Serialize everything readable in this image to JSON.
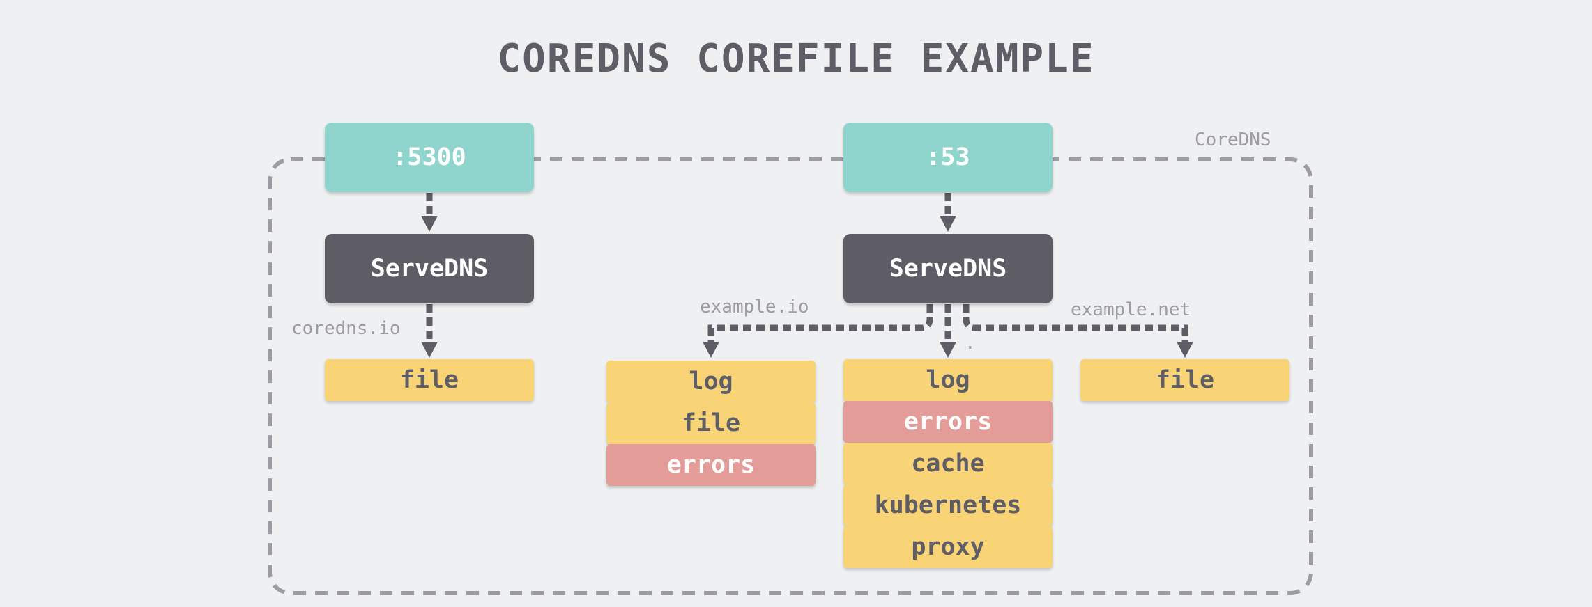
{
  "title": "COREDNS COREFILE EXAMPLE",
  "container_label": "CoreDNS",
  "servers": [
    {
      "port": ":5300",
      "handler": "ServeDNS",
      "zones": [
        {
          "label": "coredns.io",
          "plugins": [
            "file"
          ]
        }
      ]
    },
    {
      "port": ":53",
      "handler": "ServeDNS",
      "zones": [
        {
          "label": "example.io",
          "plugins": [
            "log",
            "file",
            "errors"
          ]
        },
        {
          "label": ".",
          "plugins": [
            "log",
            "errors",
            "cache",
            "kubernetes",
            "proxy"
          ]
        },
        {
          "label": "example.net",
          "plugins": [
            "file"
          ]
        }
      ]
    }
  ],
  "colors": {
    "background": "#eff0f2",
    "port_box": "#8fd5cd",
    "handler_box": "#5e5d65",
    "plugin_box": "#f8d477",
    "error_plugin_box": "#e39c98",
    "connector": "#5e5d65",
    "container_border": "#9d9ca3"
  }
}
